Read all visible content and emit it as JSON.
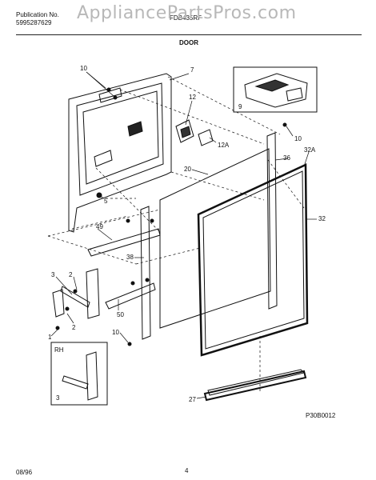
{
  "header": {
    "publication_label": "Publication No.",
    "publication_number": "5995287629",
    "model": "FDB435RF",
    "watermark": "AppliancePartsPros.com",
    "section_title": "DOOR"
  },
  "labels": {
    "p10a": "10",
    "p7": "7",
    "p9": "9",
    "p12": "12",
    "p12a": "12A",
    "p10b": "10",
    "p32a": "32A",
    "p36": "36",
    "p20": "20",
    "p5": "5",
    "p32": "32",
    "p49": "49",
    "p38": "38",
    "p3a": "3",
    "p2a": "2",
    "p50": "50",
    "p2b": "2",
    "p1": "1",
    "p10c": "10",
    "rh": "RH",
    "p3b": "3",
    "p27": "27"
  },
  "diagram_code": "P30B0012",
  "footer": {
    "date": "08/96",
    "page": "4"
  }
}
